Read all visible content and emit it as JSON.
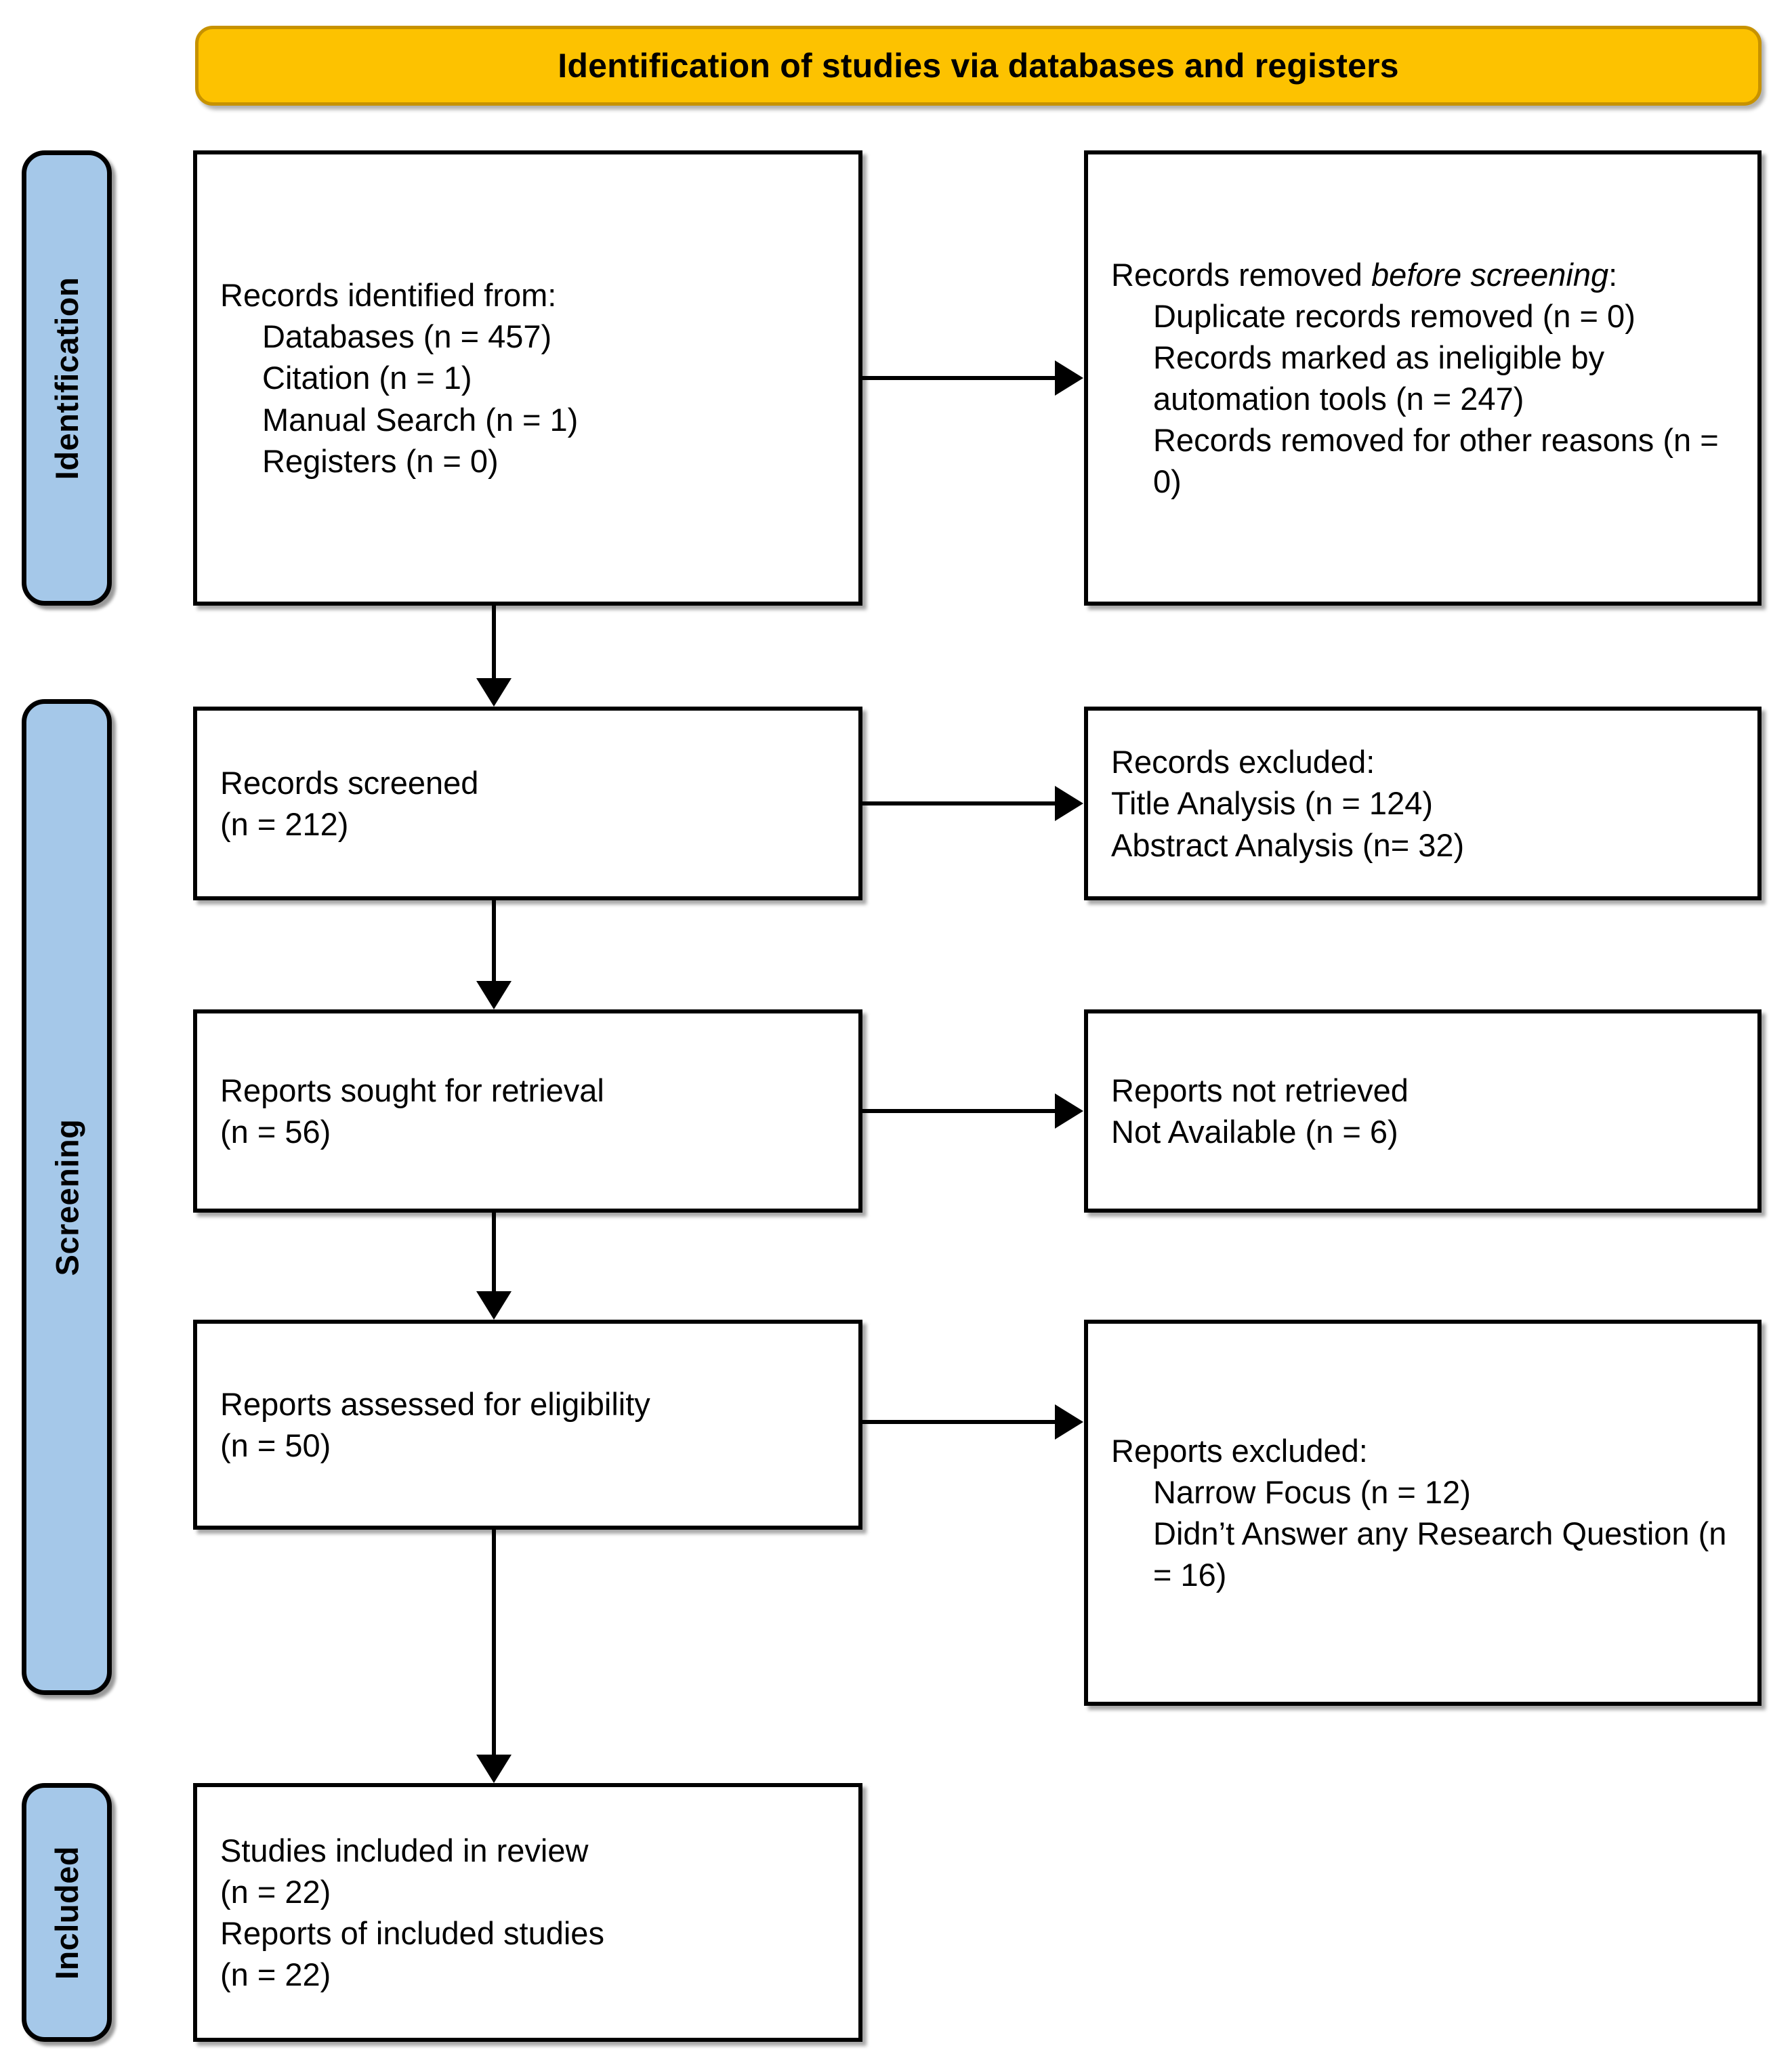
{
  "header": {
    "title": "Identification of studies via databases and registers"
  },
  "stages": [
    {
      "id": "identification",
      "label": "Identification"
    },
    {
      "id": "screening",
      "label": "Screening"
    },
    {
      "id": "included",
      "label": "Included"
    }
  ],
  "colors": {
    "banner_fill": "#FDC200",
    "banner_border": "#C79200",
    "stage_fill": "#A5C8E9",
    "box_fill": "#FFFFFF",
    "stroke": "#000000"
  },
  "boxes": {
    "identified": {
      "title": "Records identified from:",
      "items": [
        "Databases (n = 457)",
        "Citation (n = 1)",
        "Manual Search (n = 1)",
        "Registers (n = 0)"
      ]
    },
    "removed": {
      "title_before": "Records removed ",
      "title_italic": "before screening",
      "title_after": ":",
      "items": [
        "Duplicate records removed (n = 0)",
        "Records marked as ineligible by automation tools (n = 247)",
        "Records removed for other reasons (n = 0)"
      ]
    },
    "screened": {
      "line1": "Records screened",
      "line2": "(n = 212)"
    },
    "excluded_screening": {
      "title": "Records excluded:",
      "items": [
        "Title Analysis (n = 124)",
        "Abstract Analysis (n= 32)"
      ]
    },
    "sought": {
      "line1": "Reports sought for retrieval",
      "line2": "(n = 56)"
    },
    "not_retrieved": {
      "line1": "Reports not retrieved",
      "line2": "Not Available (n = 6)"
    },
    "assessed": {
      "line1": "Reports assessed for eligibility",
      "line2": "(n = 50)"
    },
    "excluded_eligibility": {
      "title": "Reports excluded:",
      "items": [
        "Narrow Focus (n = 12)",
        "Didn’t Answer any Research Question (n = 16)"
      ]
    },
    "included": {
      "line1": "Studies included in review",
      "line2": "(n = 22)",
      "line3": "Reports of included studies",
      "line4": "(n = 22)"
    }
  },
  "chart_data": {
    "type": "diagram",
    "title": "Identification of studies via databases and registers",
    "nodes": [
      {
        "id": "identified",
        "stage": "Identification",
        "column": "left",
        "counts": {
          "Databases": 457,
          "Citation": 1,
          "Manual Search": 1,
          "Registers": 0
        }
      },
      {
        "id": "removed",
        "stage": "Identification",
        "column": "right",
        "counts": {
          "Duplicate records removed": 0,
          "Records marked as ineligible by automation tools": 247,
          "Records removed for other reasons": 0
        }
      },
      {
        "id": "screened",
        "stage": "Screening",
        "column": "left",
        "counts": {
          "Records screened": 212
        }
      },
      {
        "id": "excluded_screening",
        "stage": "Screening",
        "column": "right",
        "counts": {
          "Title Analysis": 124,
          "Abstract Analysis": 32
        }
      },
      {
        "id": "sought",
        "stage": "Screening",
        "column": "left",
        "counts": {
          "Reports sought for retrieval": 56
        }
      },
      {
        "id": "not_retrieved",
        "stage": "Screening",
        "column": "right",
        "counts": {
          "Not Available": 6
        }
      },
      {
        "id": "assessed",
        "stage": "Screening",
        "column": "left",
        "counts": {
          "Reports assessed for eligibility": 50
        }
      },
      {
        "id": "excluded_eligibility",
        "stage": "Screening",
        "column": "right",
        "counts": {
          "Narrow Focus": 12,
          "Didn’t Answer any Research Question": 16
        }
      },
      {
        "id": "included",
        "stage": "Included",
        "column": "left",
        "counts": {
          "Studies included in review": 22,
          "Reports of included studies": 22
        }
      }
    ],
    "edges": [
      {
        "from": "identified",
        "to": "removed",
        "direction": "right"
      },
      {
        "from": "identified",
        "to": "screened",
        "direction": "down"
      },
      {
        "from": "screened",
        "to": "excluded_screening",
        "direction": "right"
      },
      {
        "from": "screened",
        "to": "sought",
        "direction": "down"
      },
      {
        "from": "sought",
        "to": "not_retrieved",
        "direction": "right"
      },
      {
        "from": "sought",
        "to": "assessed",
        "direction": "down"
      },
      {
        "from": "assessed",
        "to": "excluded_eligibility",
        "direction": "right"
      },
      {
        "from": "assessed",
        "to": "included",
        "direction": "down"
      }
    ]
  }
}
